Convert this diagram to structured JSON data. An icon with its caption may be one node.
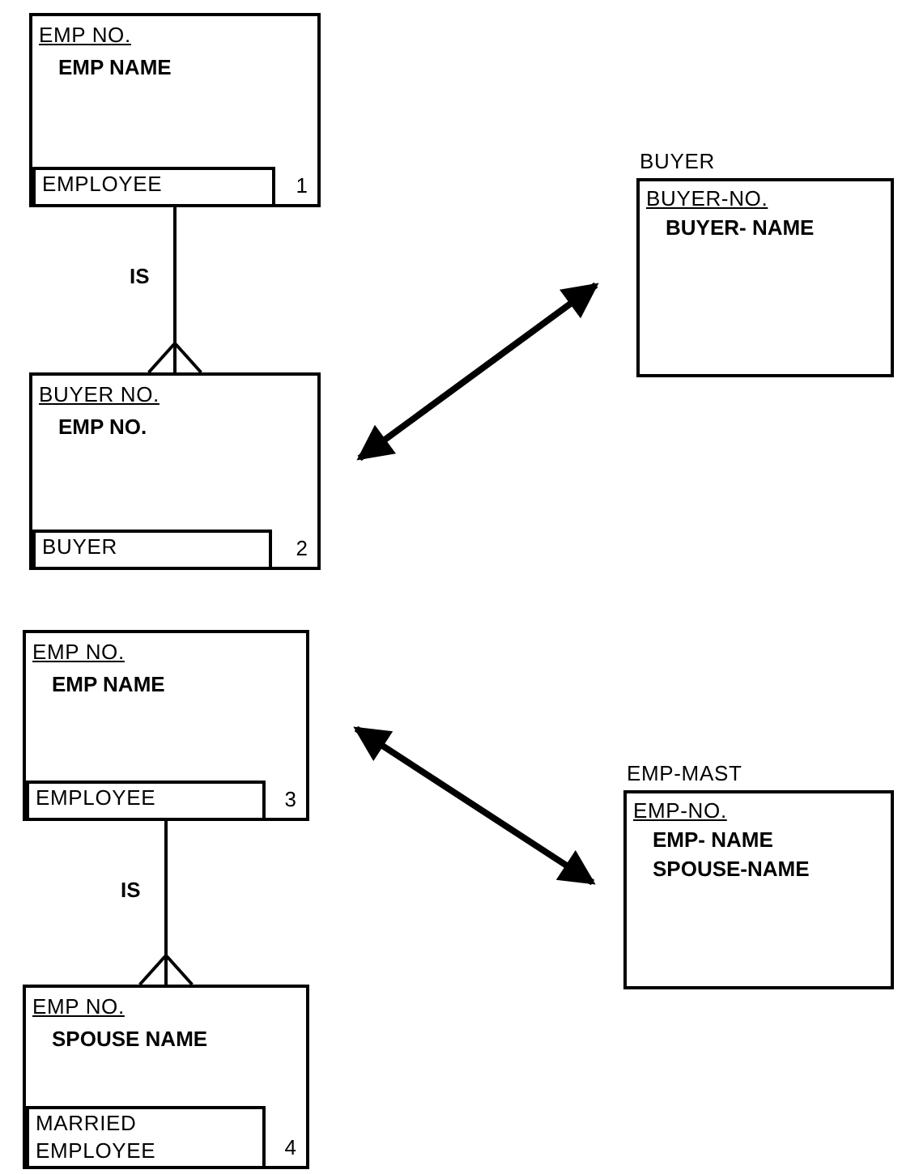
{
  "diagram": {
    "nodes": [
      {
        "text": [
          "EMP NO.",
          "EMP NAME",
          "1"
        ]
      },
      {
        "text": [
          "EMPLOYEE"
        ],
        "in": 0
      },
      {
        "text": [
          "BUYER NO.",
          "EMP NO.",
          "2"
        ]
      },
      {
        "text": [
          "BUYER"
        ],
        "in": 2
      },
      {
        "text": [
          "BUYER",
          "BUYER-NO.",
          "BUYER- NAME"
        ]
      },
      {
        "text": [
          "EMP NO.",
          "EMP NAME",
          "3"
        ]
      },
      {
        "text": [
          "EMPLOYEE"
        ],
        "in": 5
      },
      {
        "text": [
          "EMP-MAST",
          "EMP-NO.",
          "EMP- NAME",
          "SPOUSE-NAME"
        ]
      },
      {
        "text": [
          "EMP NO.",
          "SPOUSE NAME",
          "4"
        ]
      },
      {
        "text": [
          "MARRIED EMPLOYEE"
        ],
        "in": 8
      }
    ],
    "edges": [
      {
        "from": 0,
        "to": 2,
        "arrow": "other",
        "label": "IS"
      },
      {
        "from": 2,
        "to": 4,
        "arrow": "both",
        "style": "thick"
      },
      {
        "from": 5,
        "to": 7,
        "arrow": "both",
        "style": "thick"
      },
      {
        "from": 5,
        "to": 8,
        "arrow": "other",
        "label": "IS"
      }
    ]
  }
}
